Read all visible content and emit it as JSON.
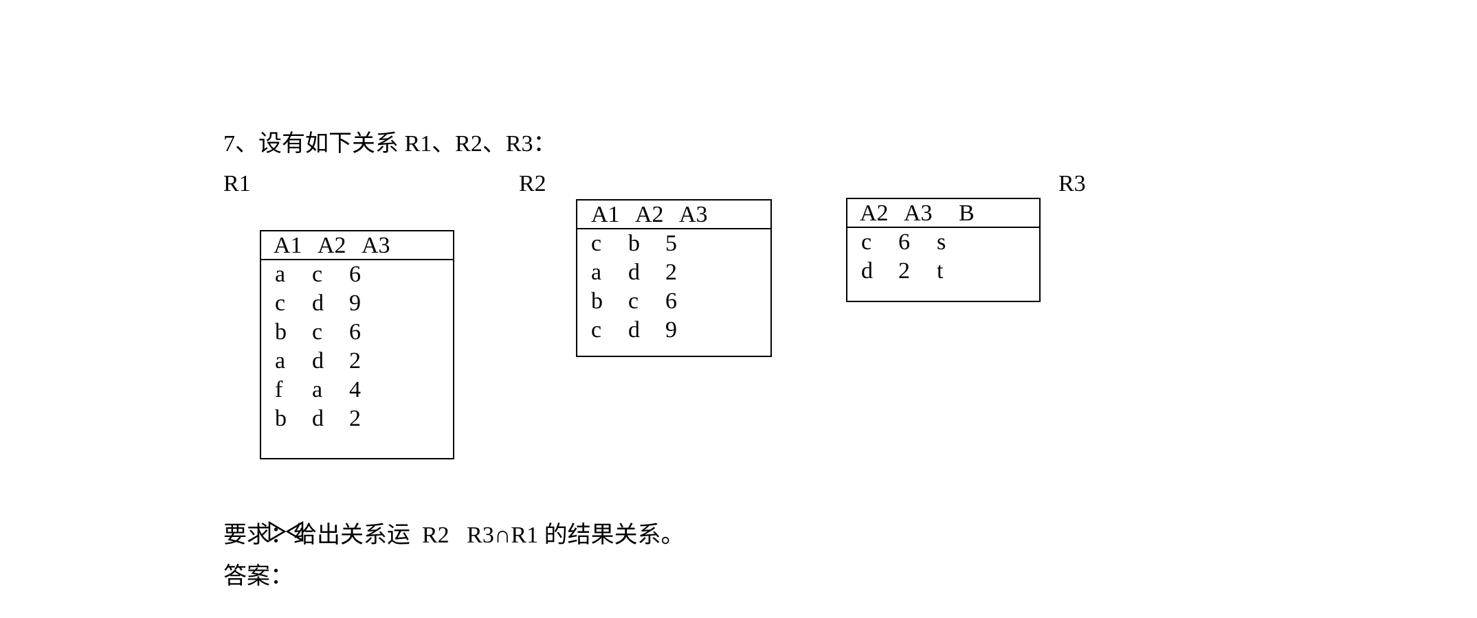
{
  "question": "7、设有如下关系 R1、R2、R3：",
  "relations": {
    "r1": {
      "name": "R1",
      "header": [
        "A1",
        "A2",
        "A3"
      ],
      "rows": [
        [
          "a",
          "c",
          "6"
        ],
        [
          "c",
          "d",
          "9"
        ],
        [
          "b",
          "c",
          "6"
        ],
        [
          "a",
          "d",
          "2"
        ],
        [
          "f",
          "a",
          "4"
        ],
        [
          "b",
          "d",
          "2"
        ]
      ]
    },
    "r2": {
      "name": "R2",
      "header": [
        "A1",
        "A2",
        "A3"
      ],
      "rows": [
        [
          "c",
          "b",
          "5"
        ],
        [
          "a",
          "d",
          "2"
        ],
        [
          "b",
          "c",
          "6"
        ],
        [
          "c",
          "d",
          "9"
        ]
      ]
    },
    "r3": {
      "name": "R3",
      "header": [
        "A2",
        "A3",
        "B"
      ],
      "rows": [
        [
          "c",
          "6",
          "s"
        ],
        [
          "d",
          "2",
          "t"
        ]
      ]
    }
  },
  "requirement": {
    "prefix": "要求：",
    "text": "给出关系运  R2   R3∩R1 的结果关系。"
  },
  "answer_label": "答案："
}
